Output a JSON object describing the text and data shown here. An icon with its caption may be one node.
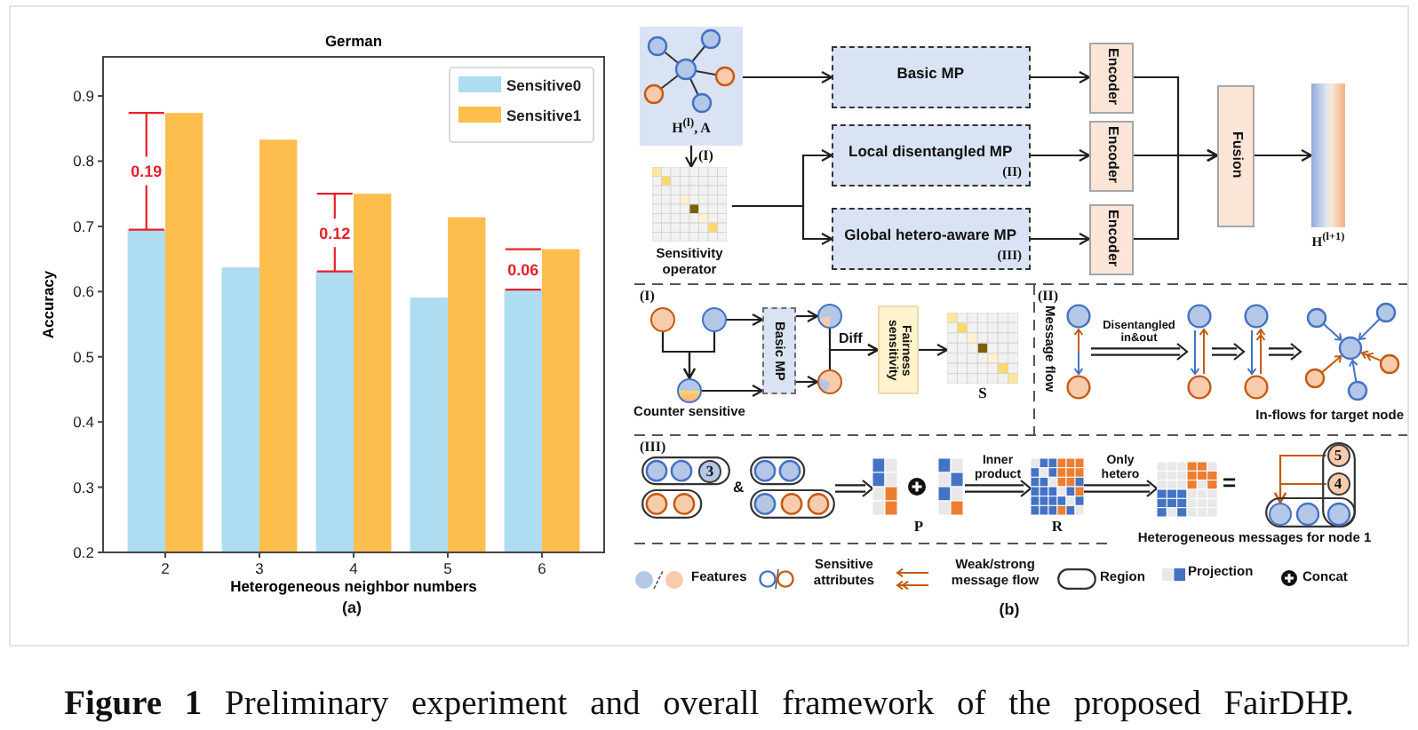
{
  "diagram": {
    "caption": "**Figure 1** Preliminary experiment and overall framework of the proposed FairDHP.",
    "nodes": [
      {
        "text": [
          "H$^{(l)}$, A"
        ]
      },
      {
        "text": [
          "Sensitivity operator"
        ]
      },
      {
        "text": [
          "Basic MP"
        ]
      },
      {
        "text": [
          "Local disentangled MP",
          "(II)"
        ]
      },
      {
        "text": [
          "Global hetero-aware MP",
          "(III)"
        ]
      },
      {
        "text": [
          "Encoder"
        ]
      },
      {
        "text": [
          "Encoder"
        ]
      },
      {
        "text": [
          "Encoder"
        ]
      },
      {
        "text": [
          "Fusion"
        ]
      },
      {
        "text": [
          "H$^{(l+1)}$"
        ]
      },
      {
        "text": [],
        "shape": "circle"
      },
      {
        "text": [],
        "shape": "circle"
      },
      {
        "text": [],
        "shape": "circle",
        "beside": [
          "Counter sensitive"
        ]
      },
      {
        "text": [
          "Basic MP"
        ]
      },
      {
        "text": [],
        "shape": "circle"
      },
      {
        "text": [],
        "shape": "circle"
      },
      {
        "text": [
          "Fairness sensitivity"
        ]
      },
      {
        "text": [
          "S"
        ]
      },
      {
        "text": [],
        "shape": "picture"
      },
      {
        "text": [],
        "shape": "picture"
      },
      {
        "text": [],
        "shape": "picture"
      },
      {
        "text": [],
        "shape": "picture",
        "beside": [
          "In-flows for target node"
        ]
      },
      {
        "text": [],
        "shape": "picture"
      },
      {
        "text": [
          "3"
        ],
        "in": 22
      },
      {
        "text": [],
        "shape": "picture"
      },
      {
        "text": [
          "P"
        ]
      },
      {
        "text": [
          "R"
        ]
      },
      {
        "text": [],
        "shape": "picture"
      },
      {
        "text": [],
        "shape": "picture",
        "beside": [
          "Heterogeneous messages for node 1"
        ]
      },
      {
        "text": [
          "5"
        ],
        "in": 28
      },
      {
        "text": [
          "4"
        ],
        "in": 28
      },
      {
        "text": [],
        "shape": "circle",
        "in": 28
      }
    ],
    "edges": [
      {
        "from": 0,
        "to": 2,
        "arrow": "to"
      },
      {
        "from": 0,
        "to": 1,
        "arrow": "to",
        "label": "(I)"
      },
      {
        "from": 1,
        "to": 3,
        "arrow": "to"
      },
      {
        "from": 1,
        "to": 4,
        "arrow": "to"
      },
      {
        "from": 2,
        "to": 5,
        "arrow": "to"
      },
      {
        "from": 3,
        "to": 6,
        "arrow": "to"
      },
      {
        "from": 4,
        "to": 7,
        "arrow": "to"
      },
      {
        "from": 5,
        "to": 8,
        "arrow": "to"
      },
      {
        "from": 6,
        "to": 8,
        "arrow": "to"
      },
      {
        "from": 7,
        "to": 8,
        "arrow": "to"
      },
      {
        "from": 8,
        "to": 9,
        "arrow": "to"
      },
      {
        "from": 10,
        "to": 12,
        "arrow": "to"
      },
      {
        "from": 11,
        "to": 12,
        "arrow": "to"
      },
      {
        "from": 11,
        "to": 13,
        "arrow": "to"
      },
      {
        "from": 12,
        "to": 13,
        "arrow": "to"
      },
      {
        "from": 13,
        "to": 14,
        "arrow": "to"
      },
      {
        "from": 13,
        "to": 15,
        "arrow": "to"
      },
      {
        "from": 14,
        "to": 16,
        "arrow": "to",
        "label": "Diff"
      },
      {
        "from": 15,
        "to": 16,
        "arrow": "to"
      },
      {
        "from": 16,
        "to": 17,
        "arrow": "to"
      },
      {
        "from": 18,
        "to": 19,
        "arrow": "to",
        "label": "Disentangled in&out"
      },
      {
        "from": 19,
        "to": 20,
        "arrow": "to"
      },
      {
        "from": 20,
        "to": 21,
        "arrow": "to"
      },
      {
        "from": 24,
        "to": 25,
        "arrow": "to"
      },
      {
        "from": 25,
        "to": 26,
        "arrow": "to",
        "label": "Inner product"
      },
      {
        "from": 26,
        "to": 27,
        "arrow": "to",
        "label": "Only hetero"
      },
      {
        "from": 29,
        "to": 31,
        "arrow": "to",
        "color": "#c55a11"
      },
      {
        "from": 30,
        "to": 31,
        "arrow": "to",
        "color": "#c55a11"
      }
    ],
    "labels": [
      "(a)",
      "(I)",
      "(II)",
      "Message flow",
      "(III)",
      "&",
      "=",
      "(b)"
    ],
    "legend": [
      {
        "text": "Features"
      },
      {
        "text": "Sensitive attributes"
      },
      {
        "text": "Weak/strong message flow"
      },
      {
        "text": "Region"
      },
      {
        "text": "Projection"
      },
      {
        "text": "Concat"
      }
    ],
    "chart_data": {
      "type": "bar",
      "title": "German",
      "xlabel": "Heterogeneous neighbor numbers",
      "ylabel": "Accuracy",
      "categories": [
        "2",
        "3",
        "4",
        "5",
        "6"
      ],
      "series": [
        {
          "name": "Sensitive0",
          "color": "#aedcf0",
          "values": [
            0.695,
            0.637,
            0.631,
            0.591,
            0.603
          ]
        },
        {
          "name": "Sensitive1",
          "color": "#fdbe4e",
          "values": [
            0.874,
            0.833,
            0.75,
            0.714,
            0.665
          ]
        }
      ],
      "ylim": [
        0.2,
        0.96
      ],
      "yticks": [
        0.2,
        0.3,
        0.4,
        0.5,
        0.6,
        0.7,
        0.8,
        0.9
      ],
      "legend": "upper right",
      "annotations": [
        {
          "text": "0.19",
          "x": "2",
          "y": 0.785
        },
        {
          "text": "0.12",
          "x": "4",
          "y": 0.69
        },
        {
          "text": "0.06",
          "x": "6",
          "y": 0.634
        }
      ]
    }
  }
}
